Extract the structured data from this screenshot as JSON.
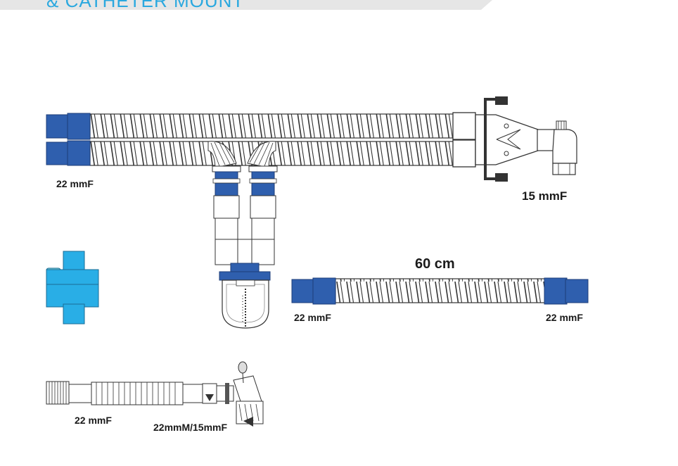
{
  "header": {
    "title": "& CATHETER MOUNT"
  },
  "colors": {
    "accent": "#2aa8df",
    "connector_blue": "#2f5fae",
    "filter_cyan": "#29aee6",
    "outline": "#333333"
  },
  "labels": {
    "circuit_left": "22 mmF",
    "circuit_right": "15 mmF",
    "tube_length": "60 cm",
    "tube_left": "22 mmF",
    "tube_right": "22 mmF",
    "mount_left": "22 mmF",
    "mount_right": "22mmM/15mmF"
  }
}
